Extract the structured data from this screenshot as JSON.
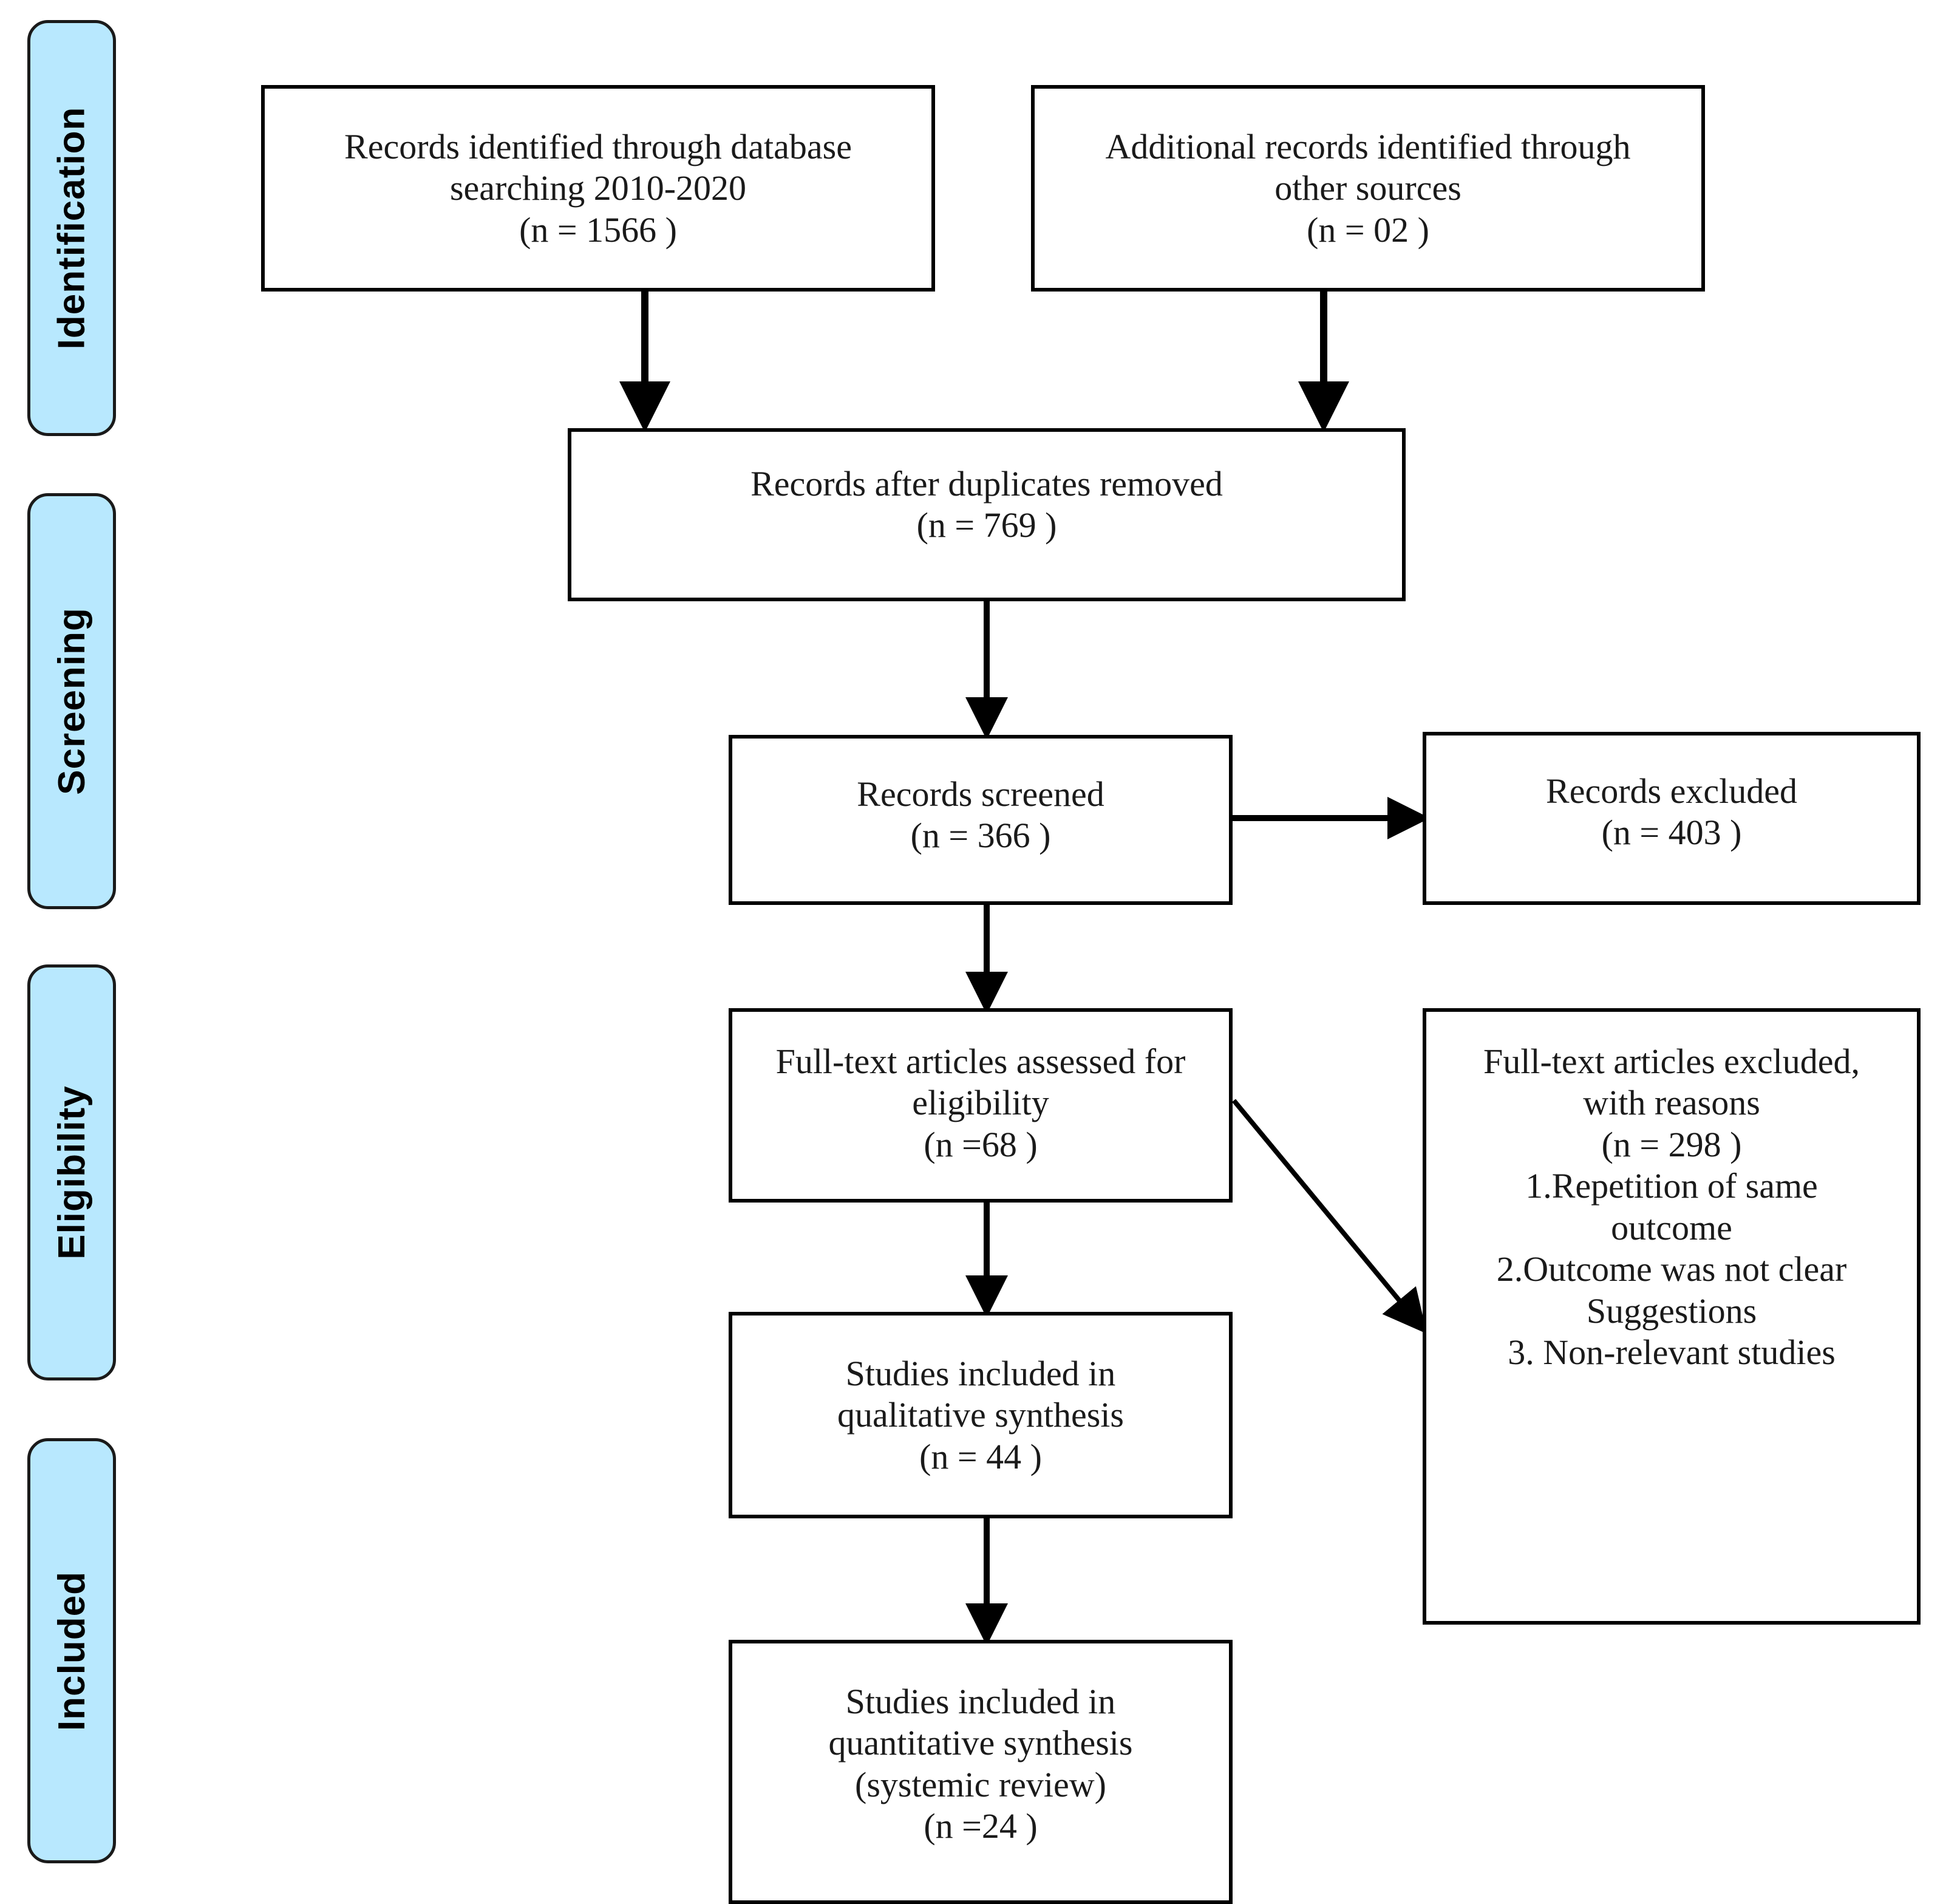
{
  "diagram": {
    "type": "prisma-flow-diagram",
    "title": "PRISMA flow diagram",
    "accent_color": "#b8e8fe",
    "border_color": "#000000",
    "text_color": "#1a1a1a",
    "background_color": "#ffffff"
  },
  "stages": [
    {
      "id": "identification",
      "label": "Identification"
    },
    {
      "id": "screening",
      "label": "Screening"
    },
    {
      "id": "eligibility",
      "label": "Eligibility"
    },
    {
      "id": "included",
      "label": "Included"
    }
  ],
  "nodes": [
    {
      "id": "records-identified-database",
      "text": "Records identified through database\nsearching 2010-2020\n(n = 1566  )",
      "count": 1566,
      "count_label": "(n = 1566  )"
    },
    {
      "id": "additional-records-other-sources",
      "text": "Additional records identified through\nother sources\n(n = 02  )",
      "count": 2,
      "count_label": "(n = 02  )"
    },
    {
      "id": "records-after-duplicates-removed",
      "text": "Records after duplicates removed\n(n =  769 )",
      "count": 769,
      "count_label": "(n =  769 )"
    },
    {
      "id": "records-screened",
      "text": "Records screened\n(n = 366 )",
      "count": 366,
      "count_label": "(n = 366 )"
    },
    {
      "id": "records-excluded",
      "text": "Records excluded\n(n = 403  )",
      "count": 403,
      "count_label": "(n = 403  )"
    },
    {
      "id": "full-text-assessed",
      "text": "Full-text articles assessed for\neligibility\n(n =68 )",
      "count": 68,
      "count_label": "(n =68 )"
    },
    {
      "id": "full-text-excluded",
      "text": "Full-text articles excluded,\nwith reasons\n(n = 298 )\n1.Repetition of same\noutcome\n2.Outcome was not clear\nSuggestions\n3. Non-relevant studies",
      "count": 298,
      "count_label": "(n = 298 )",
      "reasons": [
        "1.Repetition of same outcome",
        "2.Outcome was not clear Suggestions",
        "3. Non-relevant studies"
      ]
    },
    {
      "id": "qualitative-synthesis",
      "text": "Studies included in\nqualitative synthesis\n(n =  44 )",
      "count": 44,
      "count_label": "(n =  44 )"
    },
    {
      "id": "quantitative-synthesis",
      "text": "Studies included in\nquantitative synthesis\n(systemic review)\n(n =24 )",
      "count": 24,
      "count_label": "(n =24 )"
    }
  ]
}
